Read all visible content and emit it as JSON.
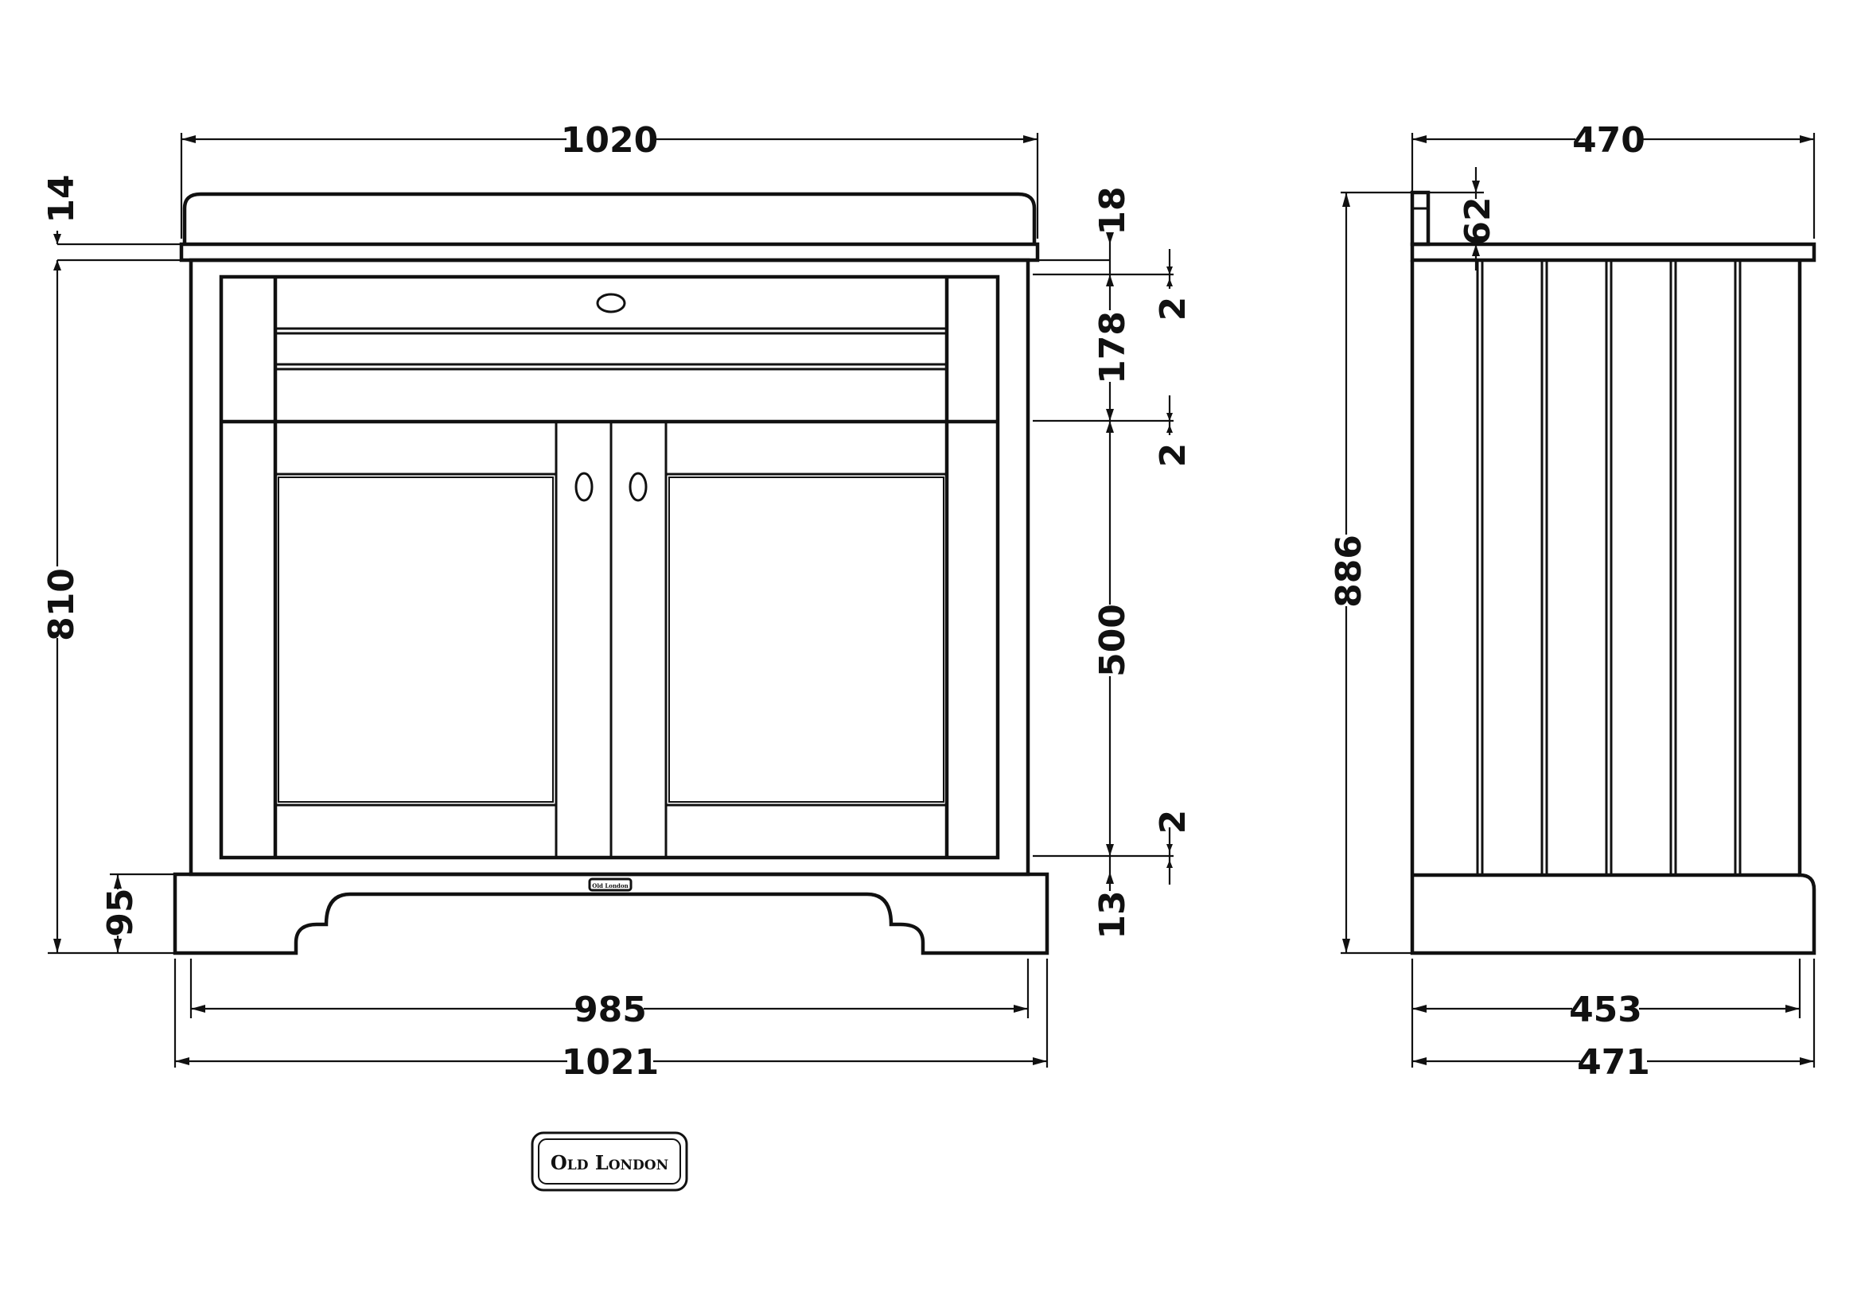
{
  "dimensions": {
    "front_top_width": "1020",
    "front_top_thickness": "14",
    "front_body_height": "810",
    "front_plinth_height": "95",
    "front_inner_width": "985",
    "front_plinth_width": "1021",
    "front_top_gap": "18",
    "front_gap_top": "2",
    "front_drawer_height": "178",
    "front_gap_mid": "2",
    "front_door_height": "500",
    "front_gap_bottom": "2",
    "front_base_gap": "13",
    "side_top_depth": "470",
    "side_upstand_height": "62",
    "side_total_height": "886",
    "side_body_depth": "453",
    "side_plinth_depth": "471"
  },
  "brand": {
    "logo_text": "Old London",
    "small_plate_text": "Old London"
  },
  "colors": {
    "line": "#111111",
    "background": "#ffffff"
  }
}
